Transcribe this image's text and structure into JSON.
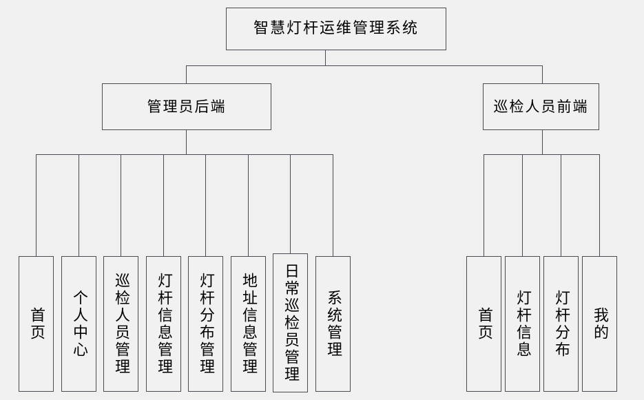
{
  "diagram": {
    "type": "org-tree",
    "title": "智慧灯杆运维管理系统",
    "background_color": "#f0f0f0",
    "node_fill_color": "#f1f1f1",
    "node_border_color": "#4a4a52",
    "text_color": "#000000",
    "root": {
      "label": "智慧灯杆运维管理系统"
    },
    "branches": [
      {
        "label": "管理员后端",
        "children": [
          {
            "label": "首页"
          },
          {
            "label": "个人中心"
          },
          {
            "label": "巡检人员管理"
          },
          {
            "label": "灯杆信息管理"
          },
          {
            "label": "灯杆分布管理"
          },
          {
            "label": "地址信息管理"
          },
          {
            "label": "日常巡检员管理"
          },
          {
            "label": "系统管理"
          }
        ]
      },
      {
        "label": "巡检人员前端",
        "children": [
          {
            "label": "首页"
          },
          {
            "label": "灯杆信息"
          },
          {
            "label": "灯杆分布"
          },
          {
            "label": "我的"
          }
        ]
      }
    ]
  }
}
